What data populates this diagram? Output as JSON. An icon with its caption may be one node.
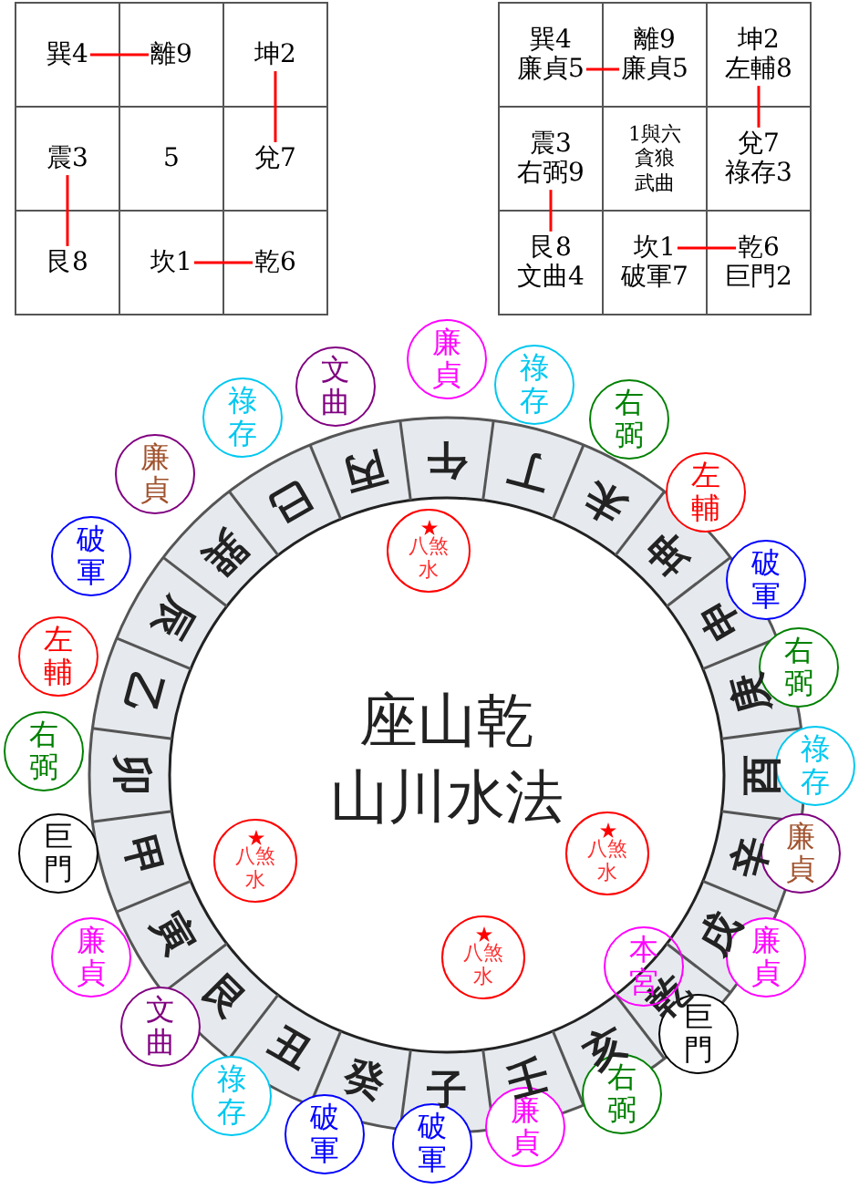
{
  "diagram": {
    "nodes": [
      {
        "text": [
          "巽4"
        ]
      },
      {
        "text": [
          "離9"
        ]
      },
      {
        "text": [
          "坤2"
        ]
      },
      {
        "text": [
          "震3"
        ]
      },
      {
        "text": [
          "5"
        ]
      },
      {
        "text": [
          "兌7"
        ]
      },
      {
        "text": [
          "艮8"
        ]
      },
      {
        "text": [
          "坎1"
        ]
      },
      {
        "text": [
          "乾6"
        ]
      },
      {
        "text": [
          "巽4",
          "廉貞5"
        ]
      },
      {
        "text": [
          "離9",
          "廉貞5"
        ]
      },
      {
        "text": [
          "坤2",
          "左輔8"
        ]
      },
      {
        "text": [
          "震3",
          "右弼9"
        ]
      },
      {
        "text": [
          "1與六",
          "貪狼",
          "武曲"
        ]
      },
      {
        "text": [
          "兌7",
          "祿存3"
        ]
      },
      {
        "text": [
          "艮8",
          "文曲4"
        ]
      },
      {
        "text": [
          "坎1",
          "破軍7"
        ]
      },
      {
        "text": [
          "乾6",
          "巨門2"
        ]
      },
      {
        "text": [
          "廉貞"
        ]
      },
      {
        "text": [
          "祿存"
        ]
      },
      {
        "text": [
          "右弼"
        ]
      },
      {
        "text": [
          "左輔"
        ]
      },
      {
        "text": [
          "破軍"
        ]
      },
      {
        "text": [
          "右弼"
        ]
      },
      {
        "text": [
          "祿存"
        ]
      },
      {
        "text": [
          "廉貞"
        ]
      },
      {
        "text": [
          "廉貞"
        ]
      },
      {
        "text": [
          "巨門"
        ]
      },
      {
        "text": [
          "右弼"
        ]
      },
      {
        "text": [
          "廉貞"
        ]
      },
      {
        "text": [
          "破軍"
        ]
      },
      {
        "text": [
          "破軍"
        ]
      },
      {
        "text": [
          "祿存"
        ]
      },
      {
        "text": [
          "文曲"
        ]
      },
      {
        "text": [
          "廉貞"
        ]
      },
      {
        "text": [
          "巨門"
        ]
      },
      {
        "text": [
          "右弼"
        ]
      },
      {
        "text": [
          "左輔"
        ]
      },
      {
        "text": [
          "破軍"
        ]
      },
      {
        "text": [
          "廉貞"
        ]
      },
      {
        "text": [
          "祿存"
        ]
      },
      {
        "text": [
          "文曲"
        ]
      },
      {
        "text": [
          "丙"
        ]
      },
      {
        "text": [
          "午"
        ]
      },
      {
        "text": [
          "丁"
        ]
      },
      {
        "text": [
          "未"
        ]
      },
      {
        "text": [
          "坤"
        ]
      },
      {
        "text": [
          "申"
        ]
      },
      {
        "text": [
          "庚"
        ]
      },
      {
        "text": [
          "酉"
        ]
      },
      {
        "text": [
          "辛"
        ]
      },
      {
        "text": [
          "戌"
        ]
      },
      {
        "text": [
          "乾"
        ]
      },
      {
        "text": [
          "亥"
        ]
      },
      {
        "text": [
          "壬"
        ]
      },
      {
        "text": [
          "子"
        ]
      },
      {
        "text": [
          "癸"
        ]
      },
      {
        "text": [
          "丑"
        ]
      },
      {
        "text": [
          "艮"
        ]
      },
      {
        "text": [
          "寅"
        ]
      },
      {
        "text": [
          "甲"
        ]
      },
      {
        "text": [
          "卯"
        ]
      },
      {
        "text": [
          "乙"
        ]
      },
      {
        "text": [
          "辰"
        ]
      },
      {
        "text": [
          "巽"
        ]
      },
      {
        "text": [
          "巳"
        ]
      },
      {
        "text": [
          "本宮"
        ]
      },
      {
        "text": [
          "八煞水"
        ]
      },
      {
        "text": [
          "八煞水"
        ]
      },
      {
        "text": [
          "八煞水"
        ]
      },
      {
        "text": [
          "八煞水"
        ]
      }
    ],
    "edges": [
      {
        "from": 0,
        "to": 1,
        "arrow": "none"
      },
      {
        "from": 2,
        "to": 5,
        "arrow": "none"
      },
      {
        "from": 3,
        "to": 6,
        "arrow": "none"
      },
      {
        "from": 7,
        "to": 8,
        "arrow": "none"
      },
      {
        "from": 9,
        "to": 10,
        "arrow": "none"
      },
      {
        "from": 11,
        "to": 14,
        "arrow": "none"
      },
      {
        "from": 12,
        "to": 15,
        "arrow": "none"
      },
      {
        "from": 16,
        "to": 17,
        "arrow": "none"
      }
    ],
    "labels": [
      "座山乾",
      "山川水法"
    ]
  }
}
